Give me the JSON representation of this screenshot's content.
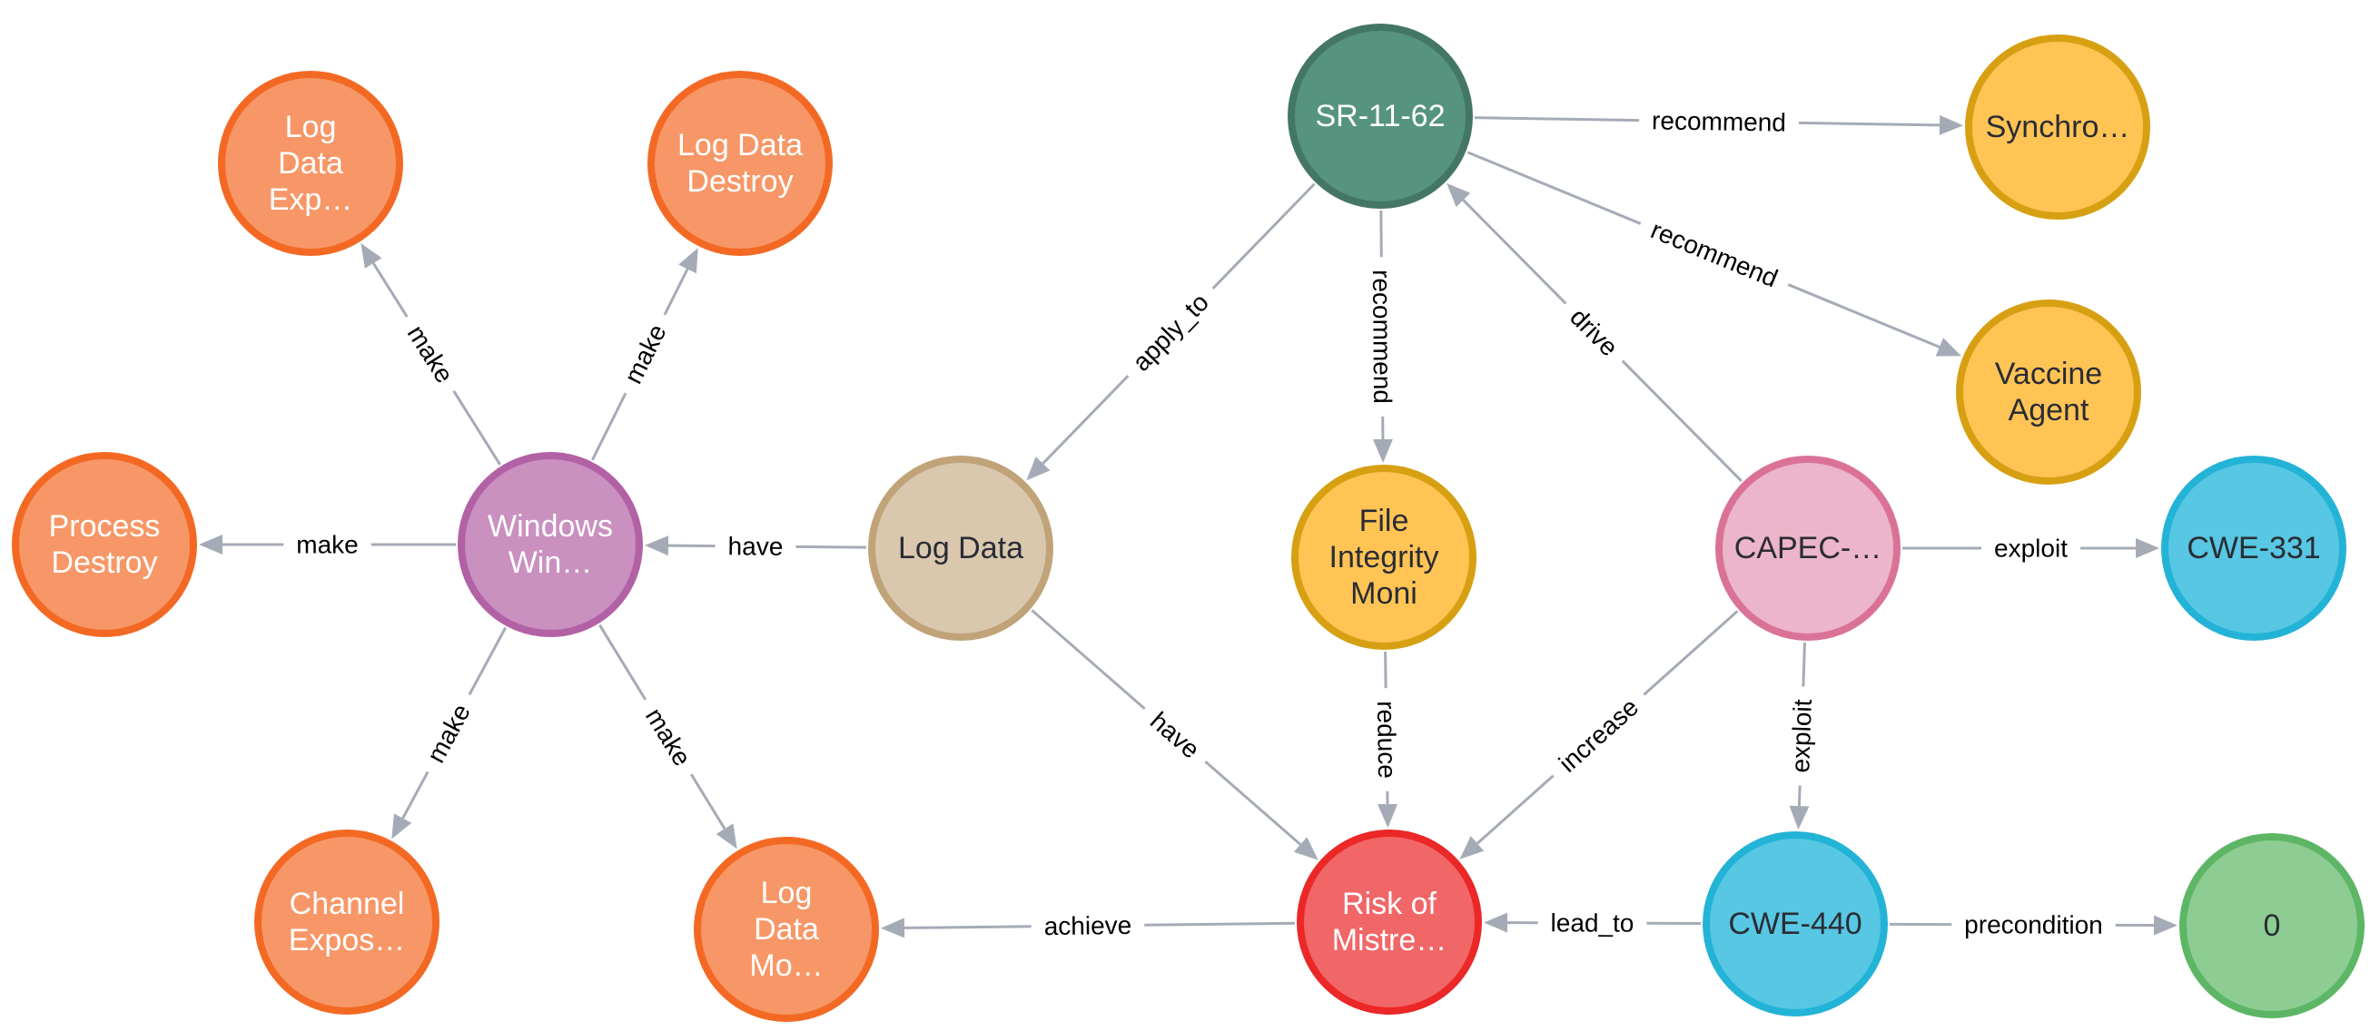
{
  "palette": {
    "orange": {
      "fill": "#f79767",
      "stroke": "#f36924",
      "text": "#ffffff"
    },
    "purple": {
      "fill": "#c990c0",
      "stroke": "#b261a5",
      "text": "#ffffff"
    },
    "tan": {
      "fill": "#d9c8ae",
      "stroke": "#c0a378",
      "text": "#2a2c34"
    },
    "teal": {
      "fill": "#569480",
      "stroke": "#447666",
      "text": "#ffffff"
    },
    "yellow": {
      "fill": "#ffc454",
      "stroke": "#d7a013",
      "text": "#2a2c34"
    },
    "pink": {
      "fill": "#ecb5c9",
      "stroke": "#da7298",
      "text": "#2a2c34"
    },
    "blue": {
      "fill": "#57c7e3",
      "stroke": "#23b3d7",
      "text": "#2a2c34"
    },
    "red": {
      "fill": "#f16667",
      "stroke": "#eb2728",
      "text": "#ffffff"
    },
    "green": {
      "fill": "#8dcc93",
      "stroke": "#5db665",
      "text": "#2a2c34"
    },
    "edge": "#a5abb6"
  },
  "nodes": [
    {
      "id": "log_data_exp",
      "lines": [
        "Log",
        "Data",
        "Exp…"
      ],
      "color": "orange"
    },
    {
      "id": "log_data_destroy",
      "lines": [
        "Log Data",
        "Destroy"
      ],
      "color": "orange"
    },
    {
      "id": "process_destroy",
      "lines": [
        "Process",
        "Destroy"
      ],
      "color": "orange"
    },
    {
      "id": "windows_win",
      "lines": [
        "Windows",
        "Win…"
      ],
      "color": "purple"
    },
    {
      "id": "channel_expos",
      "lines": [
        "Channel",
        "Expos…"
      ],
      "color": "orange"
    },
    {
      "id": "log_data_mo",
      "lines": [
        "Log",
        "Data",
        "Mo…"
      ],
      "color": "orange"
    },
    {
      "id": "log_data",
      "lines": [
        "Log Data"
      ],
      "color": "tan"
    },
    {
      "id": "sr_11_62",
      "lines": [
        "SR-11-62"
      ],
      "color": "teal"
    },
    {
      "id": "file_integrity",
      "lines": [
        "File",
        "Integrity",
        "Moni"
      ],
      "color": "yellow"
    },
    {
      "id": "risk_of_mistre",
      "lines": [
        "Risk of",
        "Mistre…"
      ],
      "color": "red"
    },
    {
      "id": "synchro",
      "lines": [
        "Synchro…"
      ],
      "color": "yellow"
    },
    {
      "id": "vaccine_agent",
      "lines": [
        "Vaccine",
        "Agent"
      ],
      "color": "yellow"
    },
    {
      "id": "capec",
      "lines": [
        "CAPEC-…"
      ],
      "color": "pink"
    },
    {
      "id": "cwe_331",
      "lines": [
        "CWE-331"
      ],
      "color": "blue"
    },
    {
      "id": "cwe_440",
      "lines": [
        "CWE-440"
      ],
      "color": "blue"
    },
    {
      "id": "zero",
      "lines": [
        "0"
      ],
      "color": "green"
    }
  ],
  "edges": [
    {
      "source": "windows_win",
      "target": "log_data_exp",
      "label": "make"
    },
    {
      "source": "windows_win",
      "target": "log_data_destroy",
      "label": "make"
    },
    {
      "source": "windows_win",
      "target": "process_destroy",
      "label": "make"
    },
    {
      "source": "windows_win",
      "target": "channel_expos",
      "label": "make"
    },
    {
      "source": "windows_win",
      "target": "log_data_mo",
      "label": "make"
    },
    {
      "source": "log_data",
      "target": "windows_win",
      "label": "have"
    },
    {
      "source": "log_data",
      "target": "risk_of_mistre",
      "label": "have"
    },
    {
      "source": "sr_11_62",
      "target": "log_data",
      "label": "apply_to"
    },
    {
      "source": "sr_11_62",
      "target": "file_integrity",
      "label": "recommend"
    },
    {
      "source": "sr_11_62",
      "target": "synchro",
      "label": "recommend"
    },
    {
      "source": "sr_11_62",
      "target": "vaccine_agent",
      "label": "recommend"
    },
    {
      "source": "capec",
      "target": "sr_11_62",
      "label": "drive"
    },
    {
      "source": "file_integrity",
      "target": "risk_of_mistre",
      "label": "reduce"
    },
    {
      "source": "capec",
      "target": "risk_of_mistre",
      "label": "increase"
    },
    {
      "source": "capec",
      "target": "cwe_331",
      "label": "exploit"
    },
    {
      "source": "capec",
      "target": "cwe_440",
      "label": "exploit"
    },
    {
      "source": "risk_of_mistre",
      "target": "log_data_mo",
      "label": "achieve"
    },
    {
      "source": "cwe_440",
      "target": "risk_of_mistre",
      "label": "lead_to"
    },
    {
      "source": "cwe_440",
      "target": "zero",
      "label": "precondition"
    }
  ]
}
